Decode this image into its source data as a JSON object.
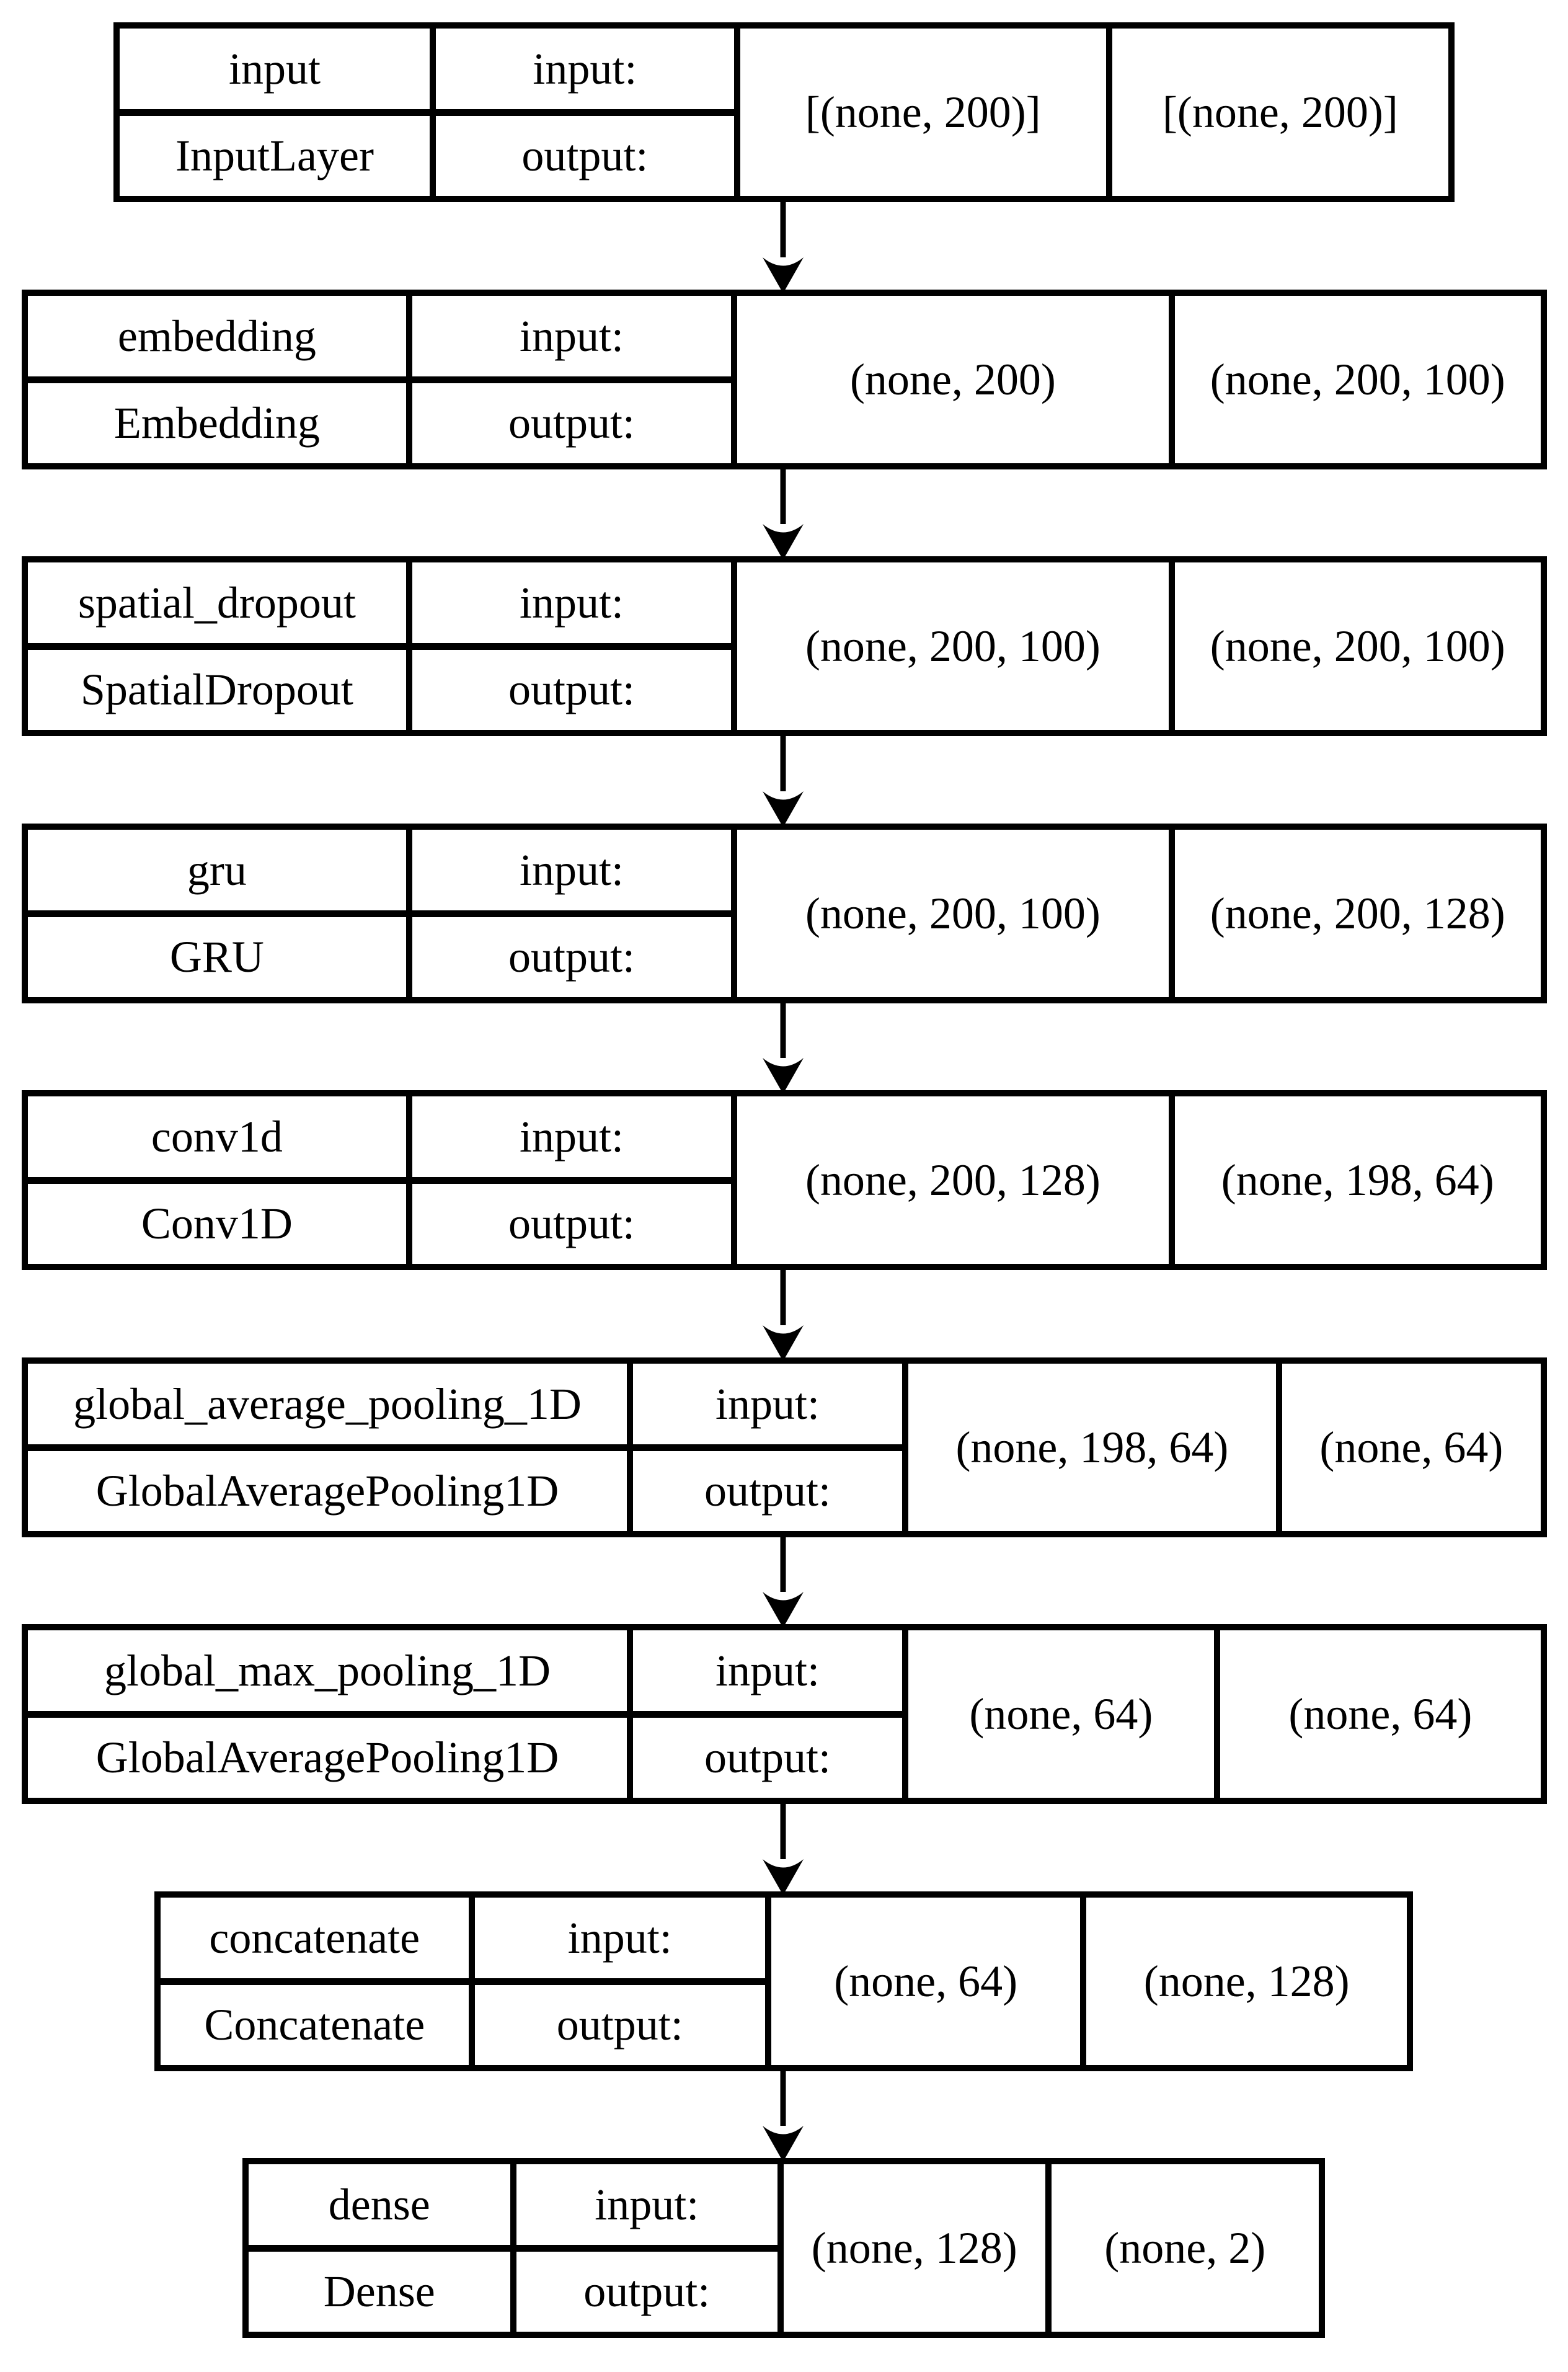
{
  "diagram": {
    "type": "keras-model-architecture",
    "background": "#ffffff",
    "line_color": "#000000",
    "text_color": "#000000",
    "io_labels": {
      "input": "input:",
      "output": "output:"
    },
    "icons": {
      "flow_arrow": "down-arrow-vee"
    },
    "layers": [
      {
        "name": "input",
        "class_name": "InputLayer",
        "input_shape": "[(none, 200)]",
        "output_shape": "[(none, 200)]"
      },
      {
        "name": "embedding",
        "class_name": "Embedding",
        "input_shape": "(none, 200)",
        "output_shape": "(none, 200, 100)"
      },
      {
        "name": "spatial_dropout",
        "class_name": "SpatialDropout",
        "input_shape": "(none, 200, 100)",
        "output_shape": "(none, 200, 100)"
      },
      {
        "name": "gru",
        "class_name": "GRU",
        "input_shape": "(none, 200, 100)",
        "output_shape": "(none, 200, 128)"
      },
      {
        "name": "conv1d",
        "class_name": "Conv1D",
        "input_shape": "(none, 200, 128)",
        "output_shape": "(none, 198, 64)"
      },
      {
        "name": "global_average_pooling_1D",
        "class_name": "GlobalAveragePooling1D",
        "input_shape": "(none, 198, 64)",
        "output_shape": "(none, 64)"
      },
      {
        "name": "global_max_pooling_1D",
        "class_name": "GlobalAveragePooling1D",
        "input_shape": "(none, 64)",
        "output_shape": "(none, 64)"
      },
      {
        "name": "concatenate",
        "class_name": "Concatenate",
        "input_shape": "(none, 64)",
        "output_shape": "(none, 128)"
      },
      {
        "name": "dense",
        "class_name": "Dense",
        "input_shape": "(none, 128)",
        "output_shape": "(none, 2)"
      }
    ]
  }
}
